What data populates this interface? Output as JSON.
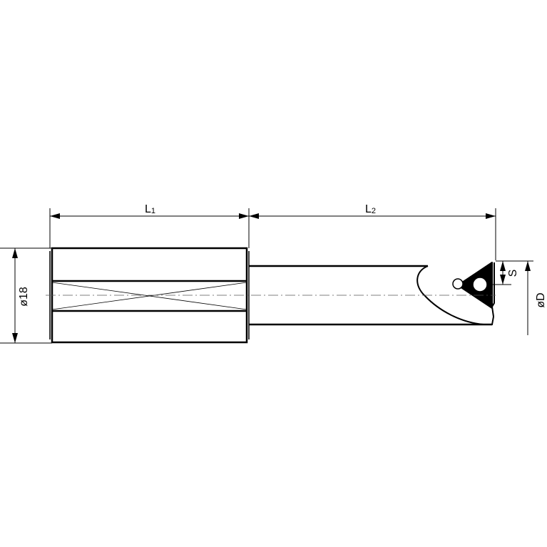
{
  "dimensions": {
    "L1": {
      "main": "L",
      "sub": "1"
    },
    "L2": {
      "main": "L",
      "sub": "2"
    },
    "shank_diameter": "ø18",
    "cutting_diameter": "øD",
    "offset": "S"
  },
  "colors": {
    "line": "#000000",
    "centerline": "#555555",
    "background": "#ffffff"
  }
}
